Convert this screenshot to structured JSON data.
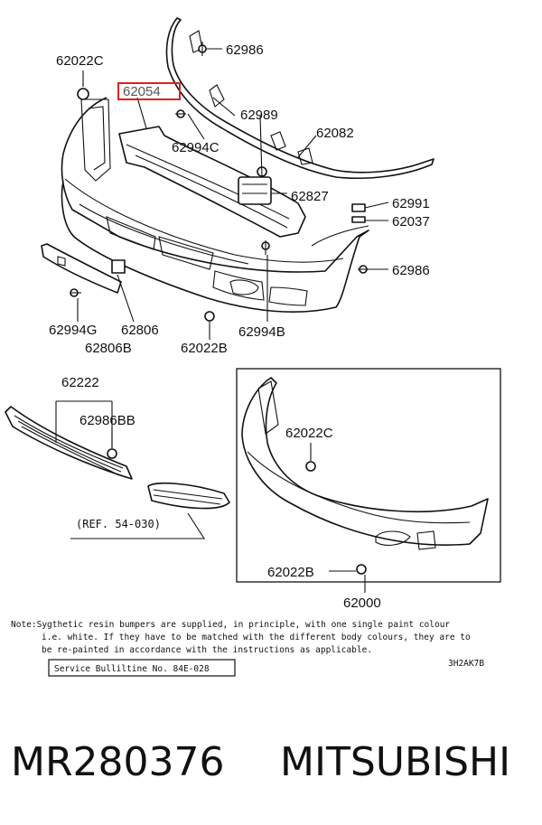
{
  "diagram": {
    "labels": {
      "p62022C_top": "62022C",
      "p62054": "62054",
      "p62986_top": "62986",
      "p62989": "62989",
      "p62994C": "62994C",
      "p62082": "62082",
      "p62827": "62827",
      "p62991": "62991",
      "p62037": "62037",
      "p62986_right": "62986",
      "p62994G": "62994G",
      "p62806": "62806",
      "p62806B": "62806B",
      "p62022B_main": "62022B",
      "p62994B": "62994B",
      "p62222": "62222",
      "p62986BB": "62986BB",
      "ref_note": "(REF. 54-030)",
      "p62022C_box": "62022C",
      "p62022B_box": "62022B",
      "p62000": "62000"
    },
    "highlight_color": "#e0201e",
    "note": {
      "line1": "Note:Sygthetic resin bumpers are supplied, in principle, with one single paint colour",
      "line2": "i.e. white. If they have to be matched with the different body colours, they are to",
      "line3": "be re-painted in accordance with the instructions as applicable."
    },
    "service_bulletin": "Service Bulliltine No. 84E-028",
    "diagram_code": "3H2AK7B"
  },
  "footer": {
    "part_number": "MR280376",
    "brand": "MITSUBISHI"
  }
}
